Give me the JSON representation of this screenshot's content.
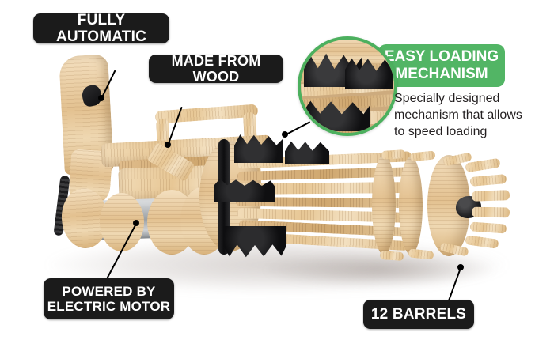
{
  "background": {
    "color": "#ffffff"
  },
  "colors": {
    "label_bg": "#1b1b1b",
    "label_text": "#ffffff",
    "accent_green": "#52b565",
    "circle_ring": "#4cb05e",
    "body_text": "#231f20",
    "wood_light": "#f2dcb8",
    "wood_mid": "#e3c190",
    "wood_dark": "#cfa76f",
    "rubber_black": "#1a1a1c",
    "motor_silver": "#c9cbcd"
  },
  "product": {
    "name": "wooden-rubber-band-gatling-gun",
    "alt": "Wooden rubber band gatling gun with twelve barrels"
  },
  "callouts": [
    {
      "id": "fully-automatic",
      "text": "FULLY AUTOMATIC",
      "lines": [
        "FULLY AUTOMATIC"
      ]
    },
    {
      "id": "made-from-wood",
      "text": "MADE FROM WOOD",
      "lines": [
        "MADE FROM WOOD"
      ]
    },
    {
      "id": "powered-by-electric-motor",
      "text": "POWERED BY ELECTRIC MOTOR",
      "lines": [
        "POWERED BY",
        "ELECTRIC MOTOR"
      ]
    },
    {
      "id": "twelve-barrels",
      "text": "12 BARRELS",
      "lines": [
        "12 BARRELS"
      ]
    }
  ],
  "feature": {
    "badge_line1": "EASY LOADING",
    "badge_line2": "MECHANISM",
    "description_line1": "Specially designed",
    "description_line2": "mechanism that allows",
    "description_line3": "to speed loading",
    "inset_label": "loading-mechanism-closeup"
  }
}
